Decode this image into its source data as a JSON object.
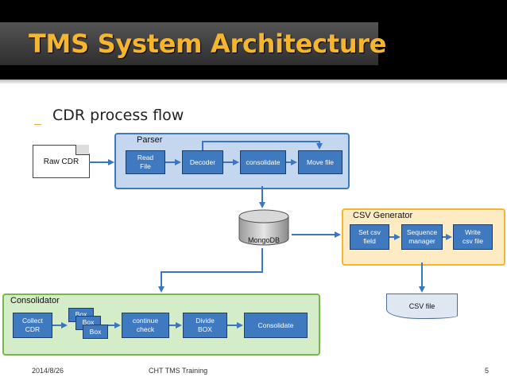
{
  "slide": {
    "title": "TMS System Architecture",
    "bullet": "CDR process flow"
  },
  "diagram": {
    "raw_cdr": "Raw CDR",
    "parser": {
      "title": "Parser",
      "read_file": "Read\nFile",
      "decoder": "Decoder",
      "consolidate": "consolidate",
      "move_file": "Move file"
    },
    "mongodb": "MongoDB",
    "csv_generator": {
      "title": "CSV Generator",
      "set_csv_field": "Set csv\nfield",
      "sequence_manager": "Sequence\nmanager",
      "write_csv_file": "Write\ncsv file"
    },
    "csv_file": "CSV file",
    "consolidator": {
      "title": "Consolidator",
      "collect_cdr": "Collect\nCDR",
      "box_1": "Box",
      "box_2": "Box",
      "box_3": "Box",
      "continue_check": "continue\ncheck",
      "divide_box": "Divide\nBOX",
      "consolidate": "Consolidate"
    }
  },
  "footer": {
    "date": "2014/8/26",
    "center": "CHT TMS Training",
    "page": "5"
  },
  "colors": {
    "title": "#f5b52e",
    "node": "#3f79bf",
    "parser_bg": "#c5d7ee",
    "csv_bg": "#fdebc4",
    "csv_border": "#f5b52e",
    "consolidator_bg": "#d4ecc8",
    "consolidator_border": "#76b84c",
    "arrow": "#3a76c3"
  }
}
